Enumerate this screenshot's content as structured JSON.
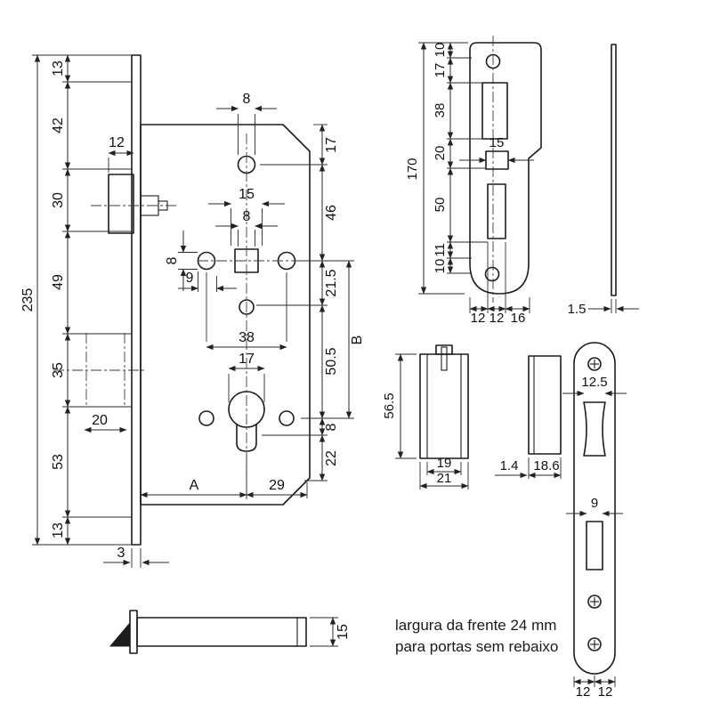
{
  "note": {
    "line1": "largura da frente 24 mm",
    "line2": "para portas sem rebaixo"
  },
  "dims": {
    "m235": "235",
    "m13a": "13",
    "m42": "42",
    "m30": "30",
    "m49": "49",
    "m35": "35",
    "m53": "53",
    "m13b": "13",
    "m12": "12",
    "m8a": "8",
    "m15": "15",
    "m8b": "8",
    "m8c": "8",
    "m9": "9",
    "m38": "38",
    "m17a": "17",
    "m20": "20",
    "m17b": "17",
    "m46": "46",
    "m21_5": "21.5",
    "mB": "B",
    "m50_5": "50.5",
    "m8d": "8",
    "m22": "22",
    "mA": "A",
    "m29": "29",
    "m3": "3",
    "m15e": "15",
    "s170": "170",
    "s10a": "10",
    "s17": "17",
    "s38": "38",
    "s20": "20",
    "s50": "50",
    "s11": "11",
    "s10b": "10",
    "s15": "15",
    "s12a": "12",
    "s12b": "12",
    "s16": "16",
    "s1_5": "1.5",
    "l56_5": "56.5",
    "l19": "19",
    "l21": "21",
    "l1_4": "1.4",
    "l18_6": "18.6",
    "p12_5": "12.5",
    "p9": "9",
    "p12a": "12",
    "p12b": "12"
  }
}
